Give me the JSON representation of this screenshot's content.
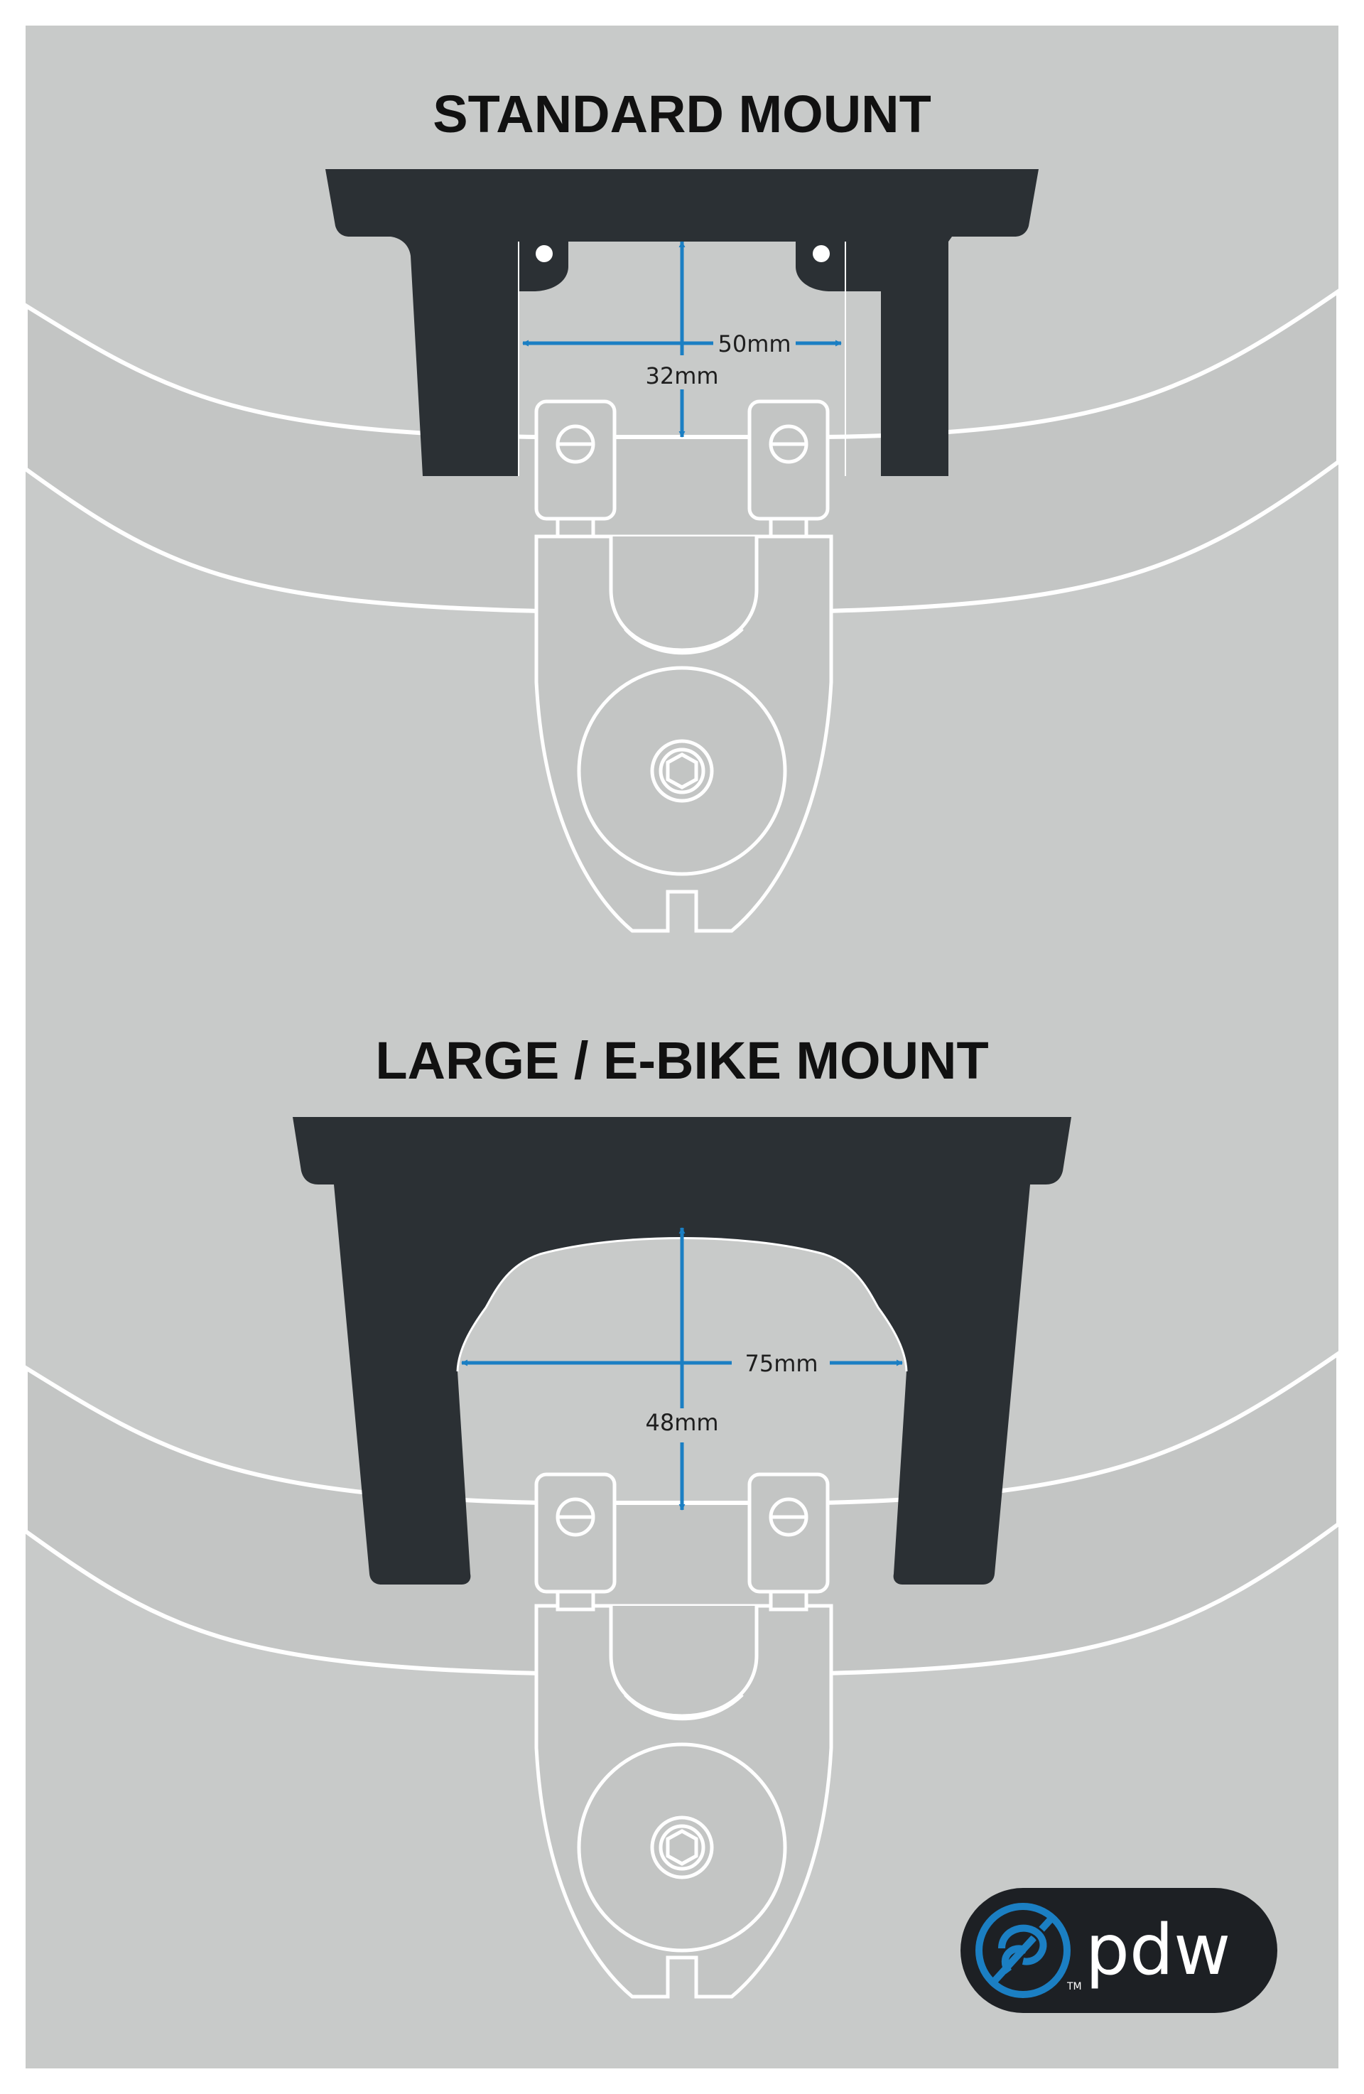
{
  "colors": {
    "background": "#c8cac9",
    "border": "#ffffff",
    "bracket": "#2b3034",
    "outline": "#ffffff",
    "dimension_arrow": "#1b7fc3",
    "text": "#111111",
    "logo_bg": "#1d2024",
    "logo_accent": "#1b7fc3"
  },
  "standard": {
    "title": "STANDARD MOUNT",
    "width_label": "50mm",
    "height_label": "32mm"
  },
  "large": {
    "title": "LARGE / E-BIKE MOUNT",
    "width_label": "75mm",
    "height_label": "48mm"
  },
  "logo": {
    "text": "pdw",
    "tm": "TM"
  }
}
